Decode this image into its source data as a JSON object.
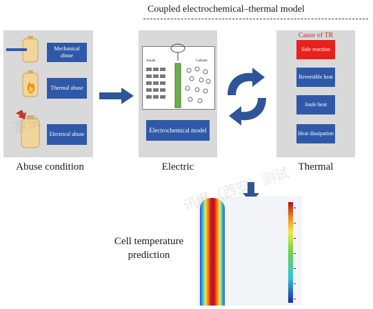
{
  "header": {
    "title": "Coupled electrochemical–thermal model"
  },
  "abuse": {
    "caption": "Abuse condition",
    "boxes": [
      "Mechanical abuse",
      "Thermal abuse",
      "Electrical abuse"
    ]
  },
  "electric": {
    "caption": "Electric",
    "model_label": "Electrochemical model",
    "cell_labels": {
      "left": "Anode",
      "right": "Cathode"
    }
  },
  "thermal": {
    "caption": "Thermal",
    "cause_label": "Cause of TR",
    "boxes": [
      "Side reaction",
      "Reversible heat",
      "Joule heat",
      "Heat dissipation"
    ]
  },
  "prediction": {
    "label": "Cell temperature prediction"
  },
  "watermarks": [
    "测试",
    "讯湃（西安）测试"
  ],
  "colors": {
    "panel": "#d9d9d9",
    "box": "#2f59a8",
    "side_reaction": "#e8211c",
    "arrow": "#2d5597"
  }
}
